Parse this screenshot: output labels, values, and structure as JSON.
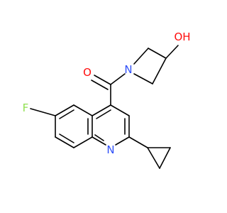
{
  "atoms": {
    "oh": {
      "text": "OH",
      "element": "O",
      "color": "#ff0d0d"
    },
    "carbonyl_o": {
      "text": "O",
      "element": "O",
      "color": "#ff0d0d"
    },
    "azetidine_n": {
      "text": "N",
      "element": "N",
      "color": "#3050f8"
    },
    "fluorine": {
      "text": "F",
      "element": "F",
      "color": "#90e050"
    },
    "quinoline_n": {
      "text": "N",
      "element": "N",
      "color": "#3050f8"
    }
  },
  "bond_color": "#000000"
}
